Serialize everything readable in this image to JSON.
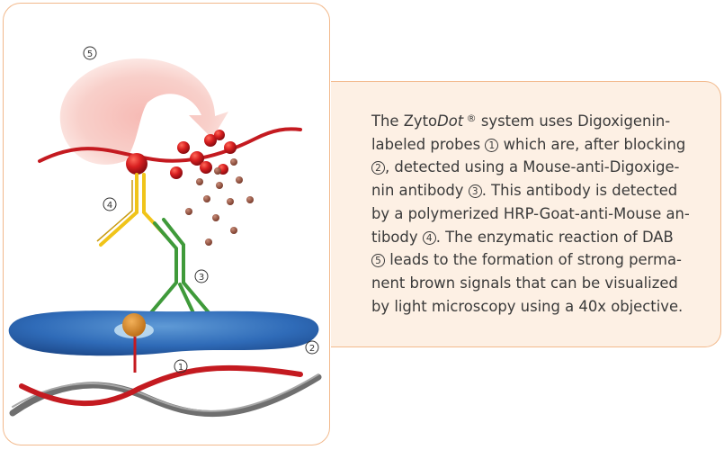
{
  "diagram": {
    "callouts": [
      "5",
      "4",
      "3",
      "2",
      "1"
    ]
  },
  "description": {
    "lines": [
      [
        {
          "t": "The Zyto"
        },
        {
          "t": "Dot",
          "i": true
        },
        {
          "t": " ®",
          "sup": true
        },
        {
          "t": " system uses Digoxigenin-"
        }
      ],
      [
        {
          "t": "labeled probes "
        },
        {
          "t": "1",
          "c": true
        },
        {
          "t": " which are, after blocking"
        }
      ],
      [
        {
          "t": "2",
          "c": true
        },
        {
          "t": ", detected using a Mouse-anti-Digoxige-"
        }
      ],
      [
        {
          "t": "nin antibody "
        },
        {
          "t": "3",
          "c": true
        },
        {
          "t": ". This antibody is detected"
        }
      ],
      [
        {
          "t": "by a polymerized HRP-Goat-anti-Mouse an-"
        }
      ],
      [
        {
          "t": "tibody "
        },
        {
          "t": "4",
          "c": true
        },
        {
          "t": ". The enzymatic reaction of DAB"
        }
      ],
      [
        {
          "t": "5",
          "c": true
        },
        {
          "t": " leads to the formation of strong perma-"
        }
      ],
      [
        {
          "t": "nent brown signals that can be visualized"
        }
      ],
      [
        {
          "t": "by light microscopy using a 40x objective."
        }
      ]
    ]
  }
}
